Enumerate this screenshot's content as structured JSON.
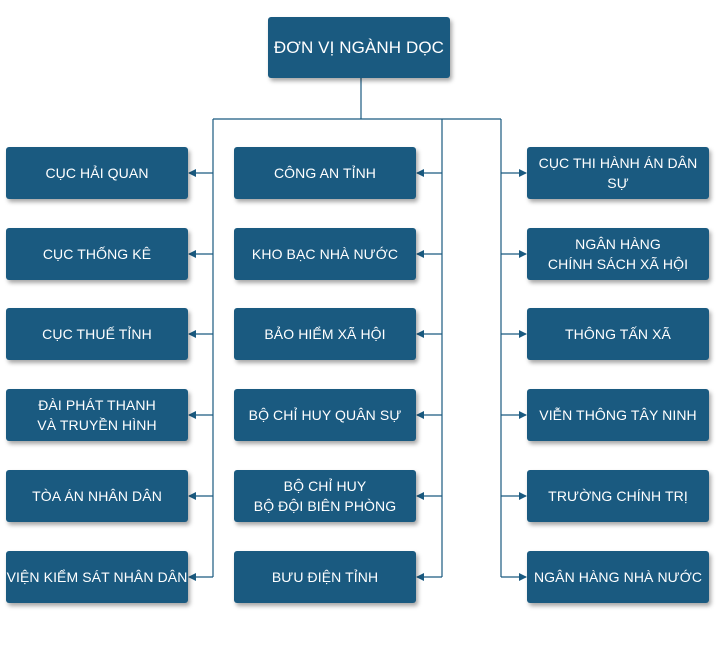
{
  "root": {
    "label": "ĐƠN VỊ NGÀNH DỌC"
  },
  "left": [
    [
      "CỤC HẢI QUAN"
    ],
    [
      "CỤC THỐNG KÊ"
    ],
    [
      "CỤC THUẾ TỈNH"
    ],
    [
      "ĐÀI PHÁT THANH",
      "VÀ TRUYỀN HÌNH"
    ],
    [
      "TÒA ÁN NHÂN DÂN"
    ],
    [
      "VIỆN KIỂM SÁT NHÂN DÂN"
    ]
  ],
  "center": [
    [
      "CÔNG AN TỈNH"
    ],
    [
      "KHO BẠC NHÀ NƯỚC"
    ],
    [
      "BẢO HIỂM XÃ HỘI"
    ],
    [
      "BỘ CHỈ HUY QUÂN SỰ"
    ],
    [
      "BỘ CHỈ HUY",
      "BỘ ĐỘI BIÊN PHÒNG"
    ],
    [
      "BƯU ĐIỆN TỈNH"
    ]
  ],
  "right": [
    [
      "CỤC THI HÀNH ÁN DÂN SỰ"
    ],
    [
      "NGÂN HÀNG",
      "CHÍNH SÁCH XÃ HỘI"
    ],
    [
      "THÔNG TẤN XÃ"
    ],
    [
      "VIỄN THÔNG TÂY NINH"
    ],
    [
      "TRƯỜNG CHÍNH TRỊ"
    ],
    [
      "NGÂN HÀNG NHÀ NƯỚC"
    ]
  ],
  "colors": {
    "box": "#1a5a80",
    "line": "#1a5a80",
    "text": "#ffffff"
  }
}
